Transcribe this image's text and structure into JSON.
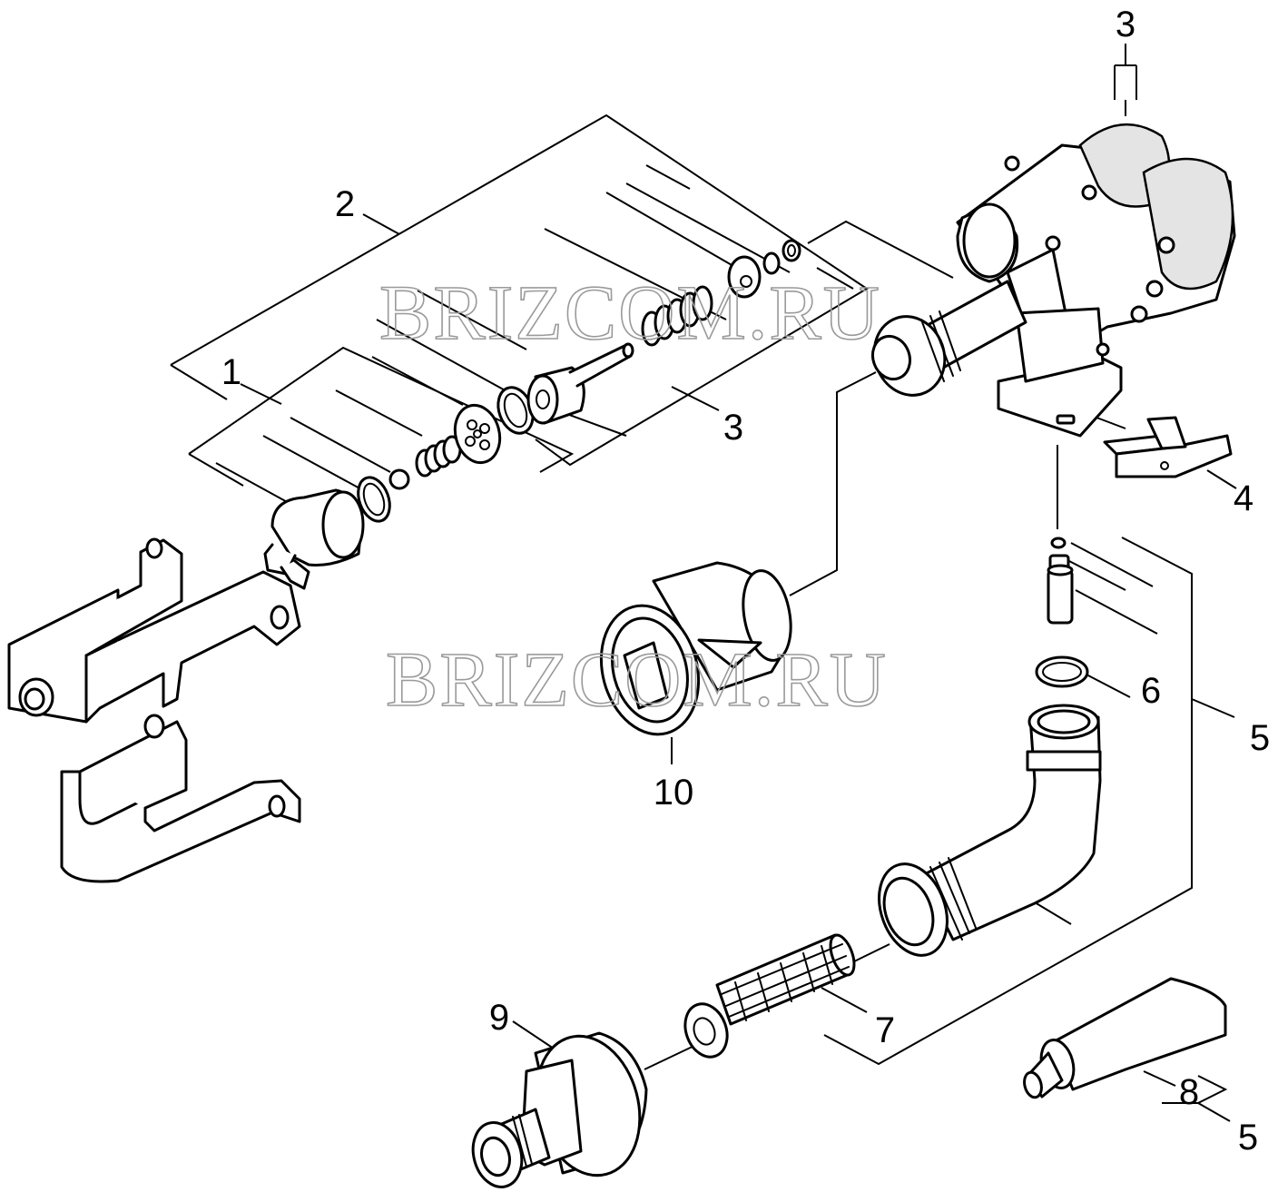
{
  "watermark": "BRIZCOM.RU",
  "callouts": {
    "c1": "1",
    "c2": "2",
    "c3_top": "3",
    "c3_mid": "3",
    "c4": "4",
    "c5_right": "5",
    "c5_bottom": "5",
    "c6": "6",
    "c7": "7",
    "c8": "8",
    "c9": "9",
    "c10": "10"
  }
}
